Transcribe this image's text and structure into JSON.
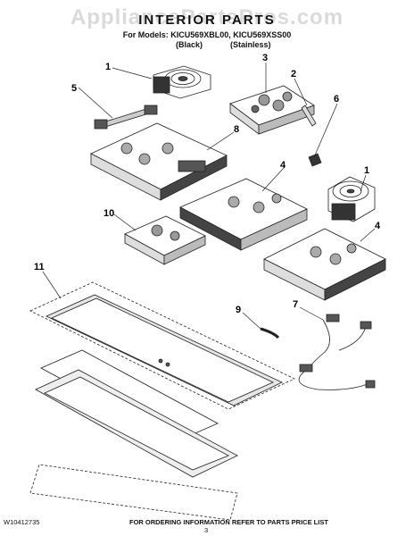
{
  "header": {
    "title": "INTERIOR PARTS",
    "watermark": "AppliancePartsPros.com",
    "models_line": "For Models: KICU569XBL00, KICU569XSS00",
    "variant_black": "(Black)",
    "variant_stainless": "(Stainless)"
  },
  "callouts": [
    "1",
    "5",
    "3",
    "2",
    "6",
    "8",
    "4",
    "1",
    "10",
    "4",
    "11",
    "9",
    "7"
  ],
  "footer": {
    "doc_number": "W10412735",
    "note": "FOR ORDERING INFORMATION REFER TO PARTS PRICE LIST",
    "page_number": "3"
  }
}
